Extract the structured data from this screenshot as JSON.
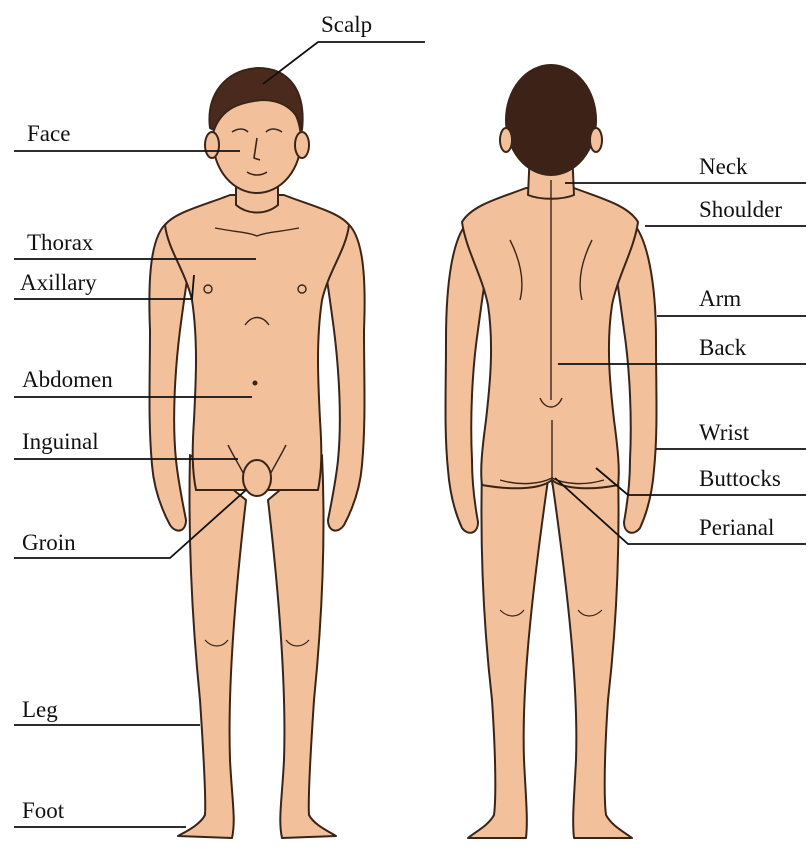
{
  "colors": {
    "skin": "#f2c19c",
    "skin_shadow": "#d9a07a",
    "outline": "#3a2418",
    "hair": "#4a2a1d",
    "hair_back": "#3d2217",
    "leader_line": "#111111",
    "background": "#ffffff"
  },
  "front_view": {
    "labels": {
      "scalp": "Scalp",
      "face": "Face",
      "thorax": "Thorax",
      "axillary": "Axillary",
      "abdomen": "Abdomen",
      "inguinal": "Inguinal",
      "groin": "Groin",
      "leg": "Leg",
      "foot": "Foot"
    }
  },
  "back_view": {
    "labels": {
      "neck": "Neck",
      "shoulder": "Shoulder",
      "arm": "Arm",
      "back": "Back",
      "wrist": "Wrist",
      "buttocks": "Buttocks",
      "perianal": "Perianal"
    }
  }
}
